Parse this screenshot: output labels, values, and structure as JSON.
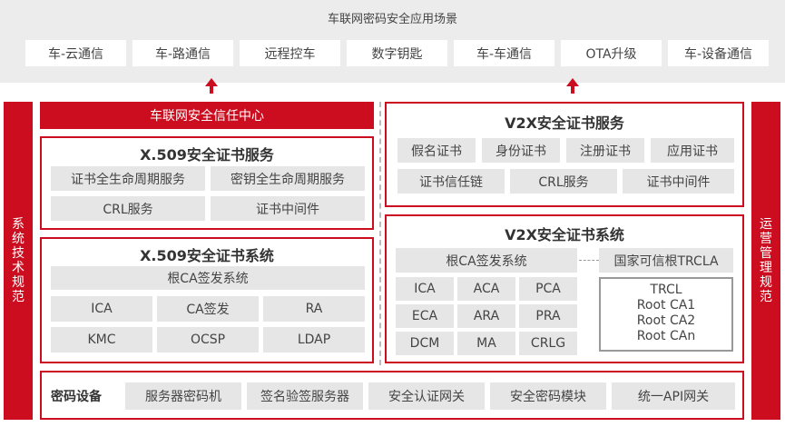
{
  "scenarios": {
    "title": "车联网密码安全应用场景",
    "items": [
      "车-云通信",
      "车-路通信",
      "远程控车",
      "数字钥匙",
      "车-车通信",
      "OTA升级",
      "车-设备通信"
    ]
  },
  "sidebars": {
    "left": "系统技术规范",
    "right": "运营管理规范"
  },
  "left": {
    "trust_center": "车联网安全信任中心",
    "x509_service": {
      "title": "X.509安全证书服务",
      "items": [
        "证书全生命周期服务",
        "密钥全生命周期服务",
        "CRL服务",
        "证书中间件"
      ]
    },
    "x509_system": {
      "title": "X.509安全证书系统",
      "root_ca": "根CA签发系统",
      "items": [
        "ICA",
        "CA签发",
        "RA",
        "KMC",
        "OCSP",
        "LDAP"
      ]
    }
  },
  "right": {
    "v2x_service": {
      "title": "V2X安全证书服务",
      "row1": [
        "假名证书",
        "身份证书",
        "注册证书",
        "应用证书"
      ],
      "row2": [
        "证书信任链",
        "CRL服务",
        "证书中间件"
      ]
    },
    "v2x_system": {
      "title": "V2X安全证书系统",
      "root_ca": "根CA签发系统",
      "grid": [
        "ICA",
        "ACA",
        "PCA",
        "ECA",
        "ARA",
        "PRA",
        "DCM",
        "MA",
        "CRLG"
      ],
      "trcla": {
        "title": "国家可信根TRCLA",
        "items": [
          "TRCL",
          "Root CA1",
          "Root CA2",
          "Root CAn"
        ]
      }
    }
  },
  "crypto": {
    "label": "密码设备",
    "items": [
      "服务器密码机",
      "签名验签服务器",
      "安全认证网关",
      "安全密码模块",
      "统一API网关"
    ]
  },
  "colors": {
    "accent": "#cc0d1f",
    "box_grey": "#e6e6e6",
    "band_grey": "#ececec"
  }
}
